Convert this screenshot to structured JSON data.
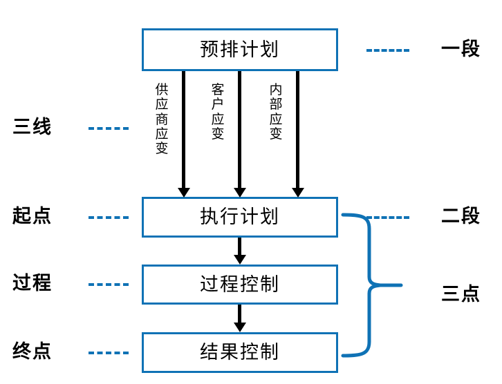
{
  "diagram": {
    "title_chain": "预排计划 → 执行计划 → 过程控制 → 结果控制",
    "accent_color": "#0f72b5",
    "line_color": "#000000",
    "background": "#ffffff"
  },
  "boxes": [
    {
      "id": "pre",
      "label": "预排计划"
    },
    {
      "id": "exec",
      "label": "执行计划"
    },
    {
      "id": "proc",
      "label": "过程控制"
    },
    {
      "id": "res",
      "label": "结果控制"
    }
  ],
  "flow_labels": [
    {
      "id": "supplier",
      "label": "供应商应变"
    },
    {
      "id": "customer",
      "label": "客户应变"
    },
    {
      "id": "internal",
      "label": "内部应变"
    }
  ],
  "left_labels": [
    {
      "id": "sanxian",
      "label": "三线"
    },
    {
      "id": "qidian",
      "label": "起点"
    },
    {
      "id": "guocheng",
      "label": "过程"
    },
    {
      "id": "zhongdian",
      "label": "终点"
    }
  ],
  "right_labels": [
    {
      "id": "yiduan",
      "label": "一段"
    },
    {
      "id": "erduan",
      "label": "二段"
    },
    {
      "id": "sandian",
      "label": "三点"
    }
  ]
}
